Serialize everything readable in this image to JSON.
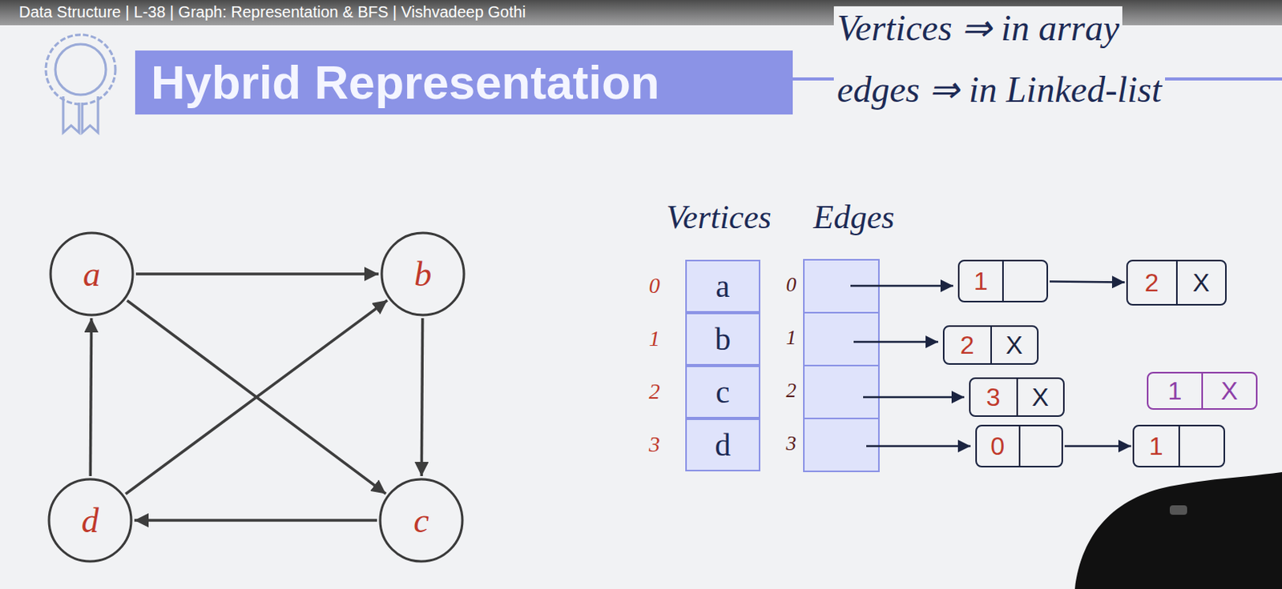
{
  "diagram": {
    "title": "Hybrid Representation",
    "nodes": [
      {
        "text": [
          "a"
        ]
      },
      {
        "text": [
          "b"
        ]
      },
      {
        "text": [
          "c"
        ]
      },
      {
        "text": [
          "d"
        ]
      },
      {
        "text": [
          "a"
        ]
      },
      {
        "text": [
          "b"
        ]
      },
      {
        "text": [
          "c"
        ]
      },
      {
        "text": [
          "d"
        ]
      },
      {
        "text": [
          "1"
        ]
      },
      {
        "text": [
          "2",
          "X"
        ]
      },
      {
        "text": [
          "2",
          "X"
        ]
      },
      {
        "text": [
          "3",
          "X"
        ]
      },
      {
        "text": [
          "1",
          "X"
        ]
      },
      {
        "text": [
          "0"
        ]
      },
      {
        "text": [
          "1"
        ]
      }
    ],
    "edges": [
      {
        "from": 0,
        "to": 1,
        "arrow": "to"
      },
      {
        "from": 0,
        "to": 2,
        "arrow": "to"
      },
      {
        "from": 1,
        "to": 2,
        "arrow": "to"
      },
      {
        "from": 2,
        "to": 3,
        "arrow": "to"
      },
      {
        "from": 3,
        "to": 0,
        "arrow": "to"
      },
      {
        "from": 3,
        "to": 1,
        "arrow": "to"
      },
      {
        "from": 8,
        "to": 9,
        "arrow": "to"
      },
      {
        "from": 13,
        "to": 14,
        "arrow": "to"
      }
    ],
    "labels": [
      "Data Structure | L-38 | Graph: Representation & BFS | Vishvadeep Gothi",
      "Vertices ⇒ in array",
      "edges ⇒ in Linked-list",
      "Vertices",
      "Edges",
      "0",
      "1",
      "2",
      "3",
      "0",
      "1",
      "2",
      "3"
    ]
  }
}
